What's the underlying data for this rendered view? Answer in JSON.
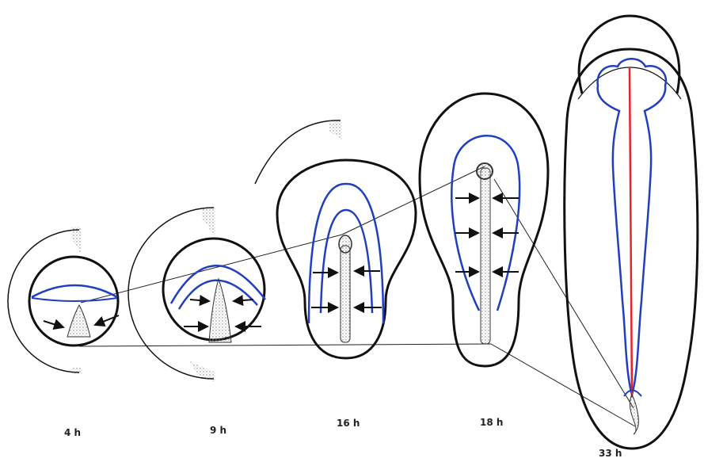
{
  "stages": [
    {
      "label": "4 h"
    },
    {
      "label": "9 h"
    },
    {
      "label": "16 h"
    },
    {
      "label": "18 h"
    },
    {
      "label": "33 h"
    }
  ],
  "colors": {
    "outline": "#111111",
    "epiblast_line": "#1f3fbf",
    "notochord": "#e0262a",
    "stipple": "#888888",
    "arrow": "#111111"
  }
}
